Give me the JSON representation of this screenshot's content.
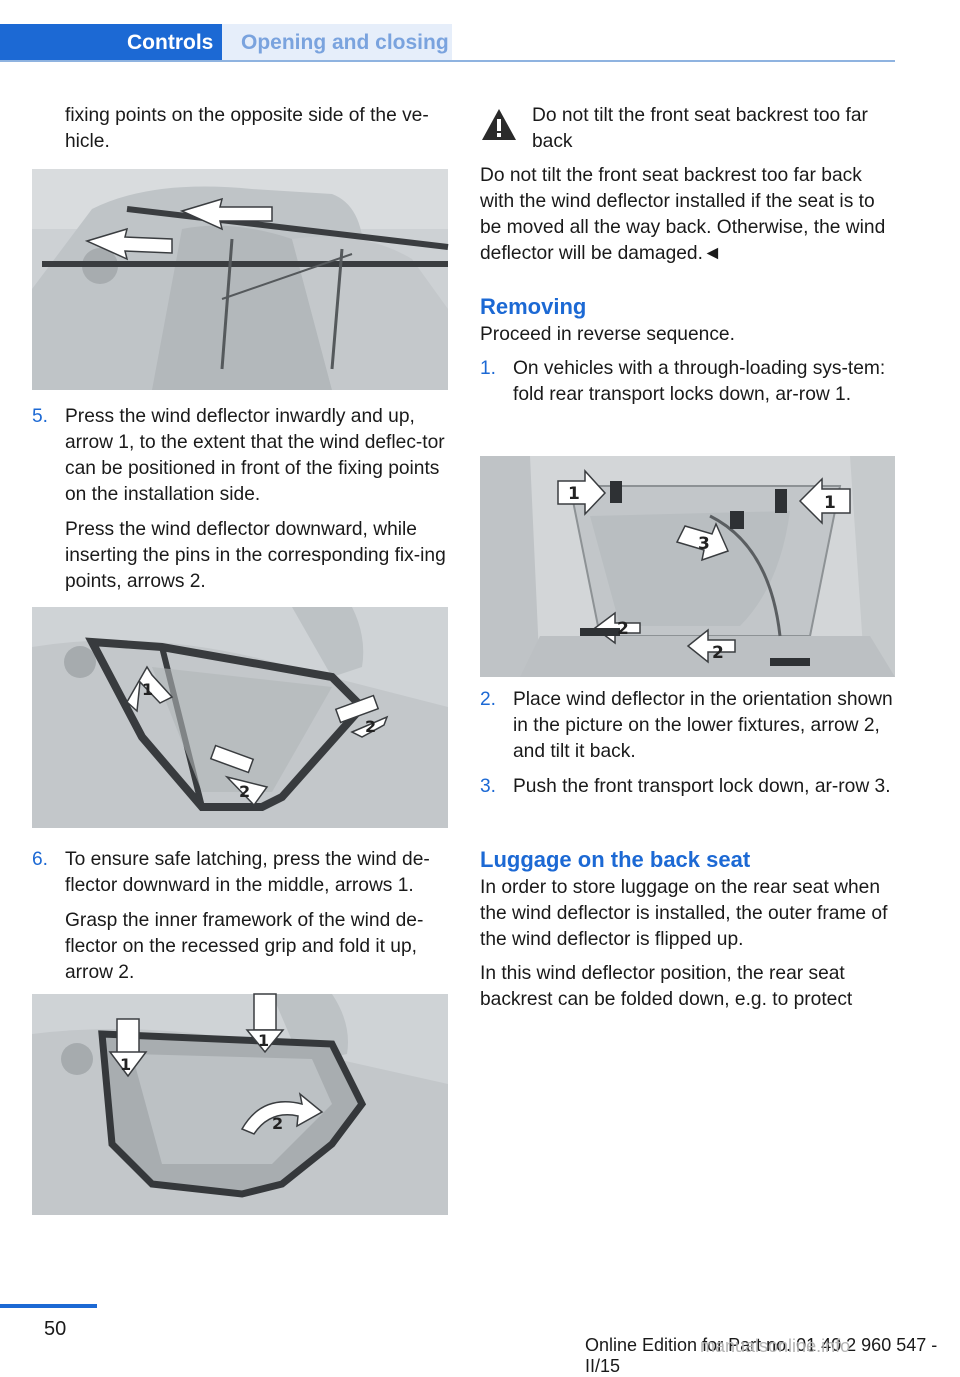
{
  "header": {
    "tab_active": "Controls",
    "tab_section": "Opening and closing"
  },
  "left": {
    "intro": "fixing points on the opposite side of the ve‐hicle.",
    "step5": {
      "number": "5.",
      "text1": "Press the wind deflector inwardly and up, arrow 1, to the extent that the wind deflec‐tor can be positioned in front of the fixing points on the installation side.",
      "text2": "Press the wind deflector downward, while inserting the pins in the corresponding fix‐ing points, arrows 2."
    },
    "step6": {
      "number": "6.",
      "text1": "To ensure safe latching, press the wind de‐flector downward in the middle, arrows 1.",
      "text2": "Grasp the inner framework of the wind de‐flector on the recessed grip and fold it up, arrow 2."
    },
    "figure2_labels": [
      "1",
      "2",
      "2"
    ],
    "figure3_labels": [
      "1",
      "1",
      "2"
    ]
  },
  "right": {
    "warning_title": "Do not tilt the front seat backrest too far back",
    "warning_text": "Do not tilt the front seat backrest too far back with the wind deflector installed if the seat is to be moved all the way back. Otherwise, the wind deflector will be damaged.◄",
    "removing_heading": "Removing",
    "removing_intro": "Proceed in reverse sequence.",
    "steps": [
      {
        "number": "1.",
        "text": "On vehicles with a through-loading sys‐tem: fold rear transport locks down, ar‐row 1."
      },
      {
        "number": "2.",
        "text": "Place wind deflector in the orientation shown in the picture on the lower fixtures, arrow 2, and tilt it back."
      },
      {
        "number": "3.",
        "text": "Push the front transport lock down, ar‐row 3."
      }
    ],
    "figure4_labels": [
      "1",
      "1",
      "3",
      "2",
      "2"
    ],
    "luggage_heading": "Luggage on the back seat",
    "luggage_p1": "In order to store luggage on the rear seat when the wind deflector is installed, the outer frame of the wind deflector is flipped up.",
    "luggage_p2": "In this wind deflector position, the rear seat backrest can be folded down, e.g. to protect"
  },
  "footer": {
    "page_number": "50",
    "edition": "Online Edition for Part no. 01 40 2 960 547 - II/15",
    "watermark": "manualsonline.info"
  },
  "colors": {
    "accent": "#1c69d4",
    "tab_inactive_bg": "#e6eefa",
    "tab_inactive_text": "#7aa3de",
    "figure_bg": "#cfd3d6"
  }
}
